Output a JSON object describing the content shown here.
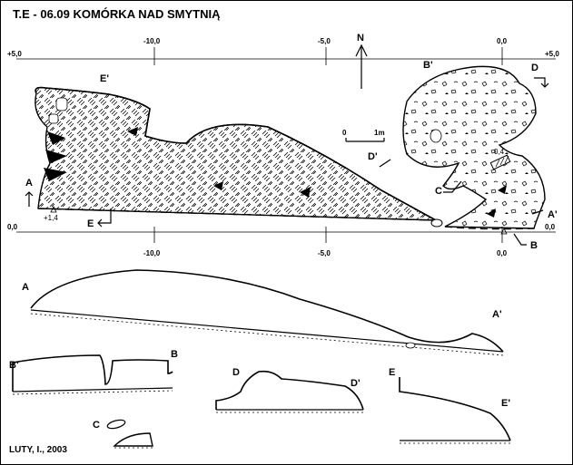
{
  "title": "T.E - 06.09  KOMÓRKA NAD SMYTNIĄ",
  "author": "LUTY, I., 2003",
  "north_label": "N",
  "scale": {
    "zero": "0",
    "one": "1m"
  },
  "grid": {
    "x_top": [
      "-10,0",
      "-5,0",
      "0,0"
    ],
    "x_bottom": [
      "-10,0",
      "-5,0",
      "0,0"
    ],
    "y_left": [
      "+5,0",
      "0,0"
    ],
    "y_right": [
      "+5,0",
      "0,0"
    ]
  },
  "plan_labels": {
    "E_prime": "E'",
    "B_prime": "B'",
    "D": "D",
    "D_prime": "D'",
    "C": "C",
    "A": "A",
    "A_prime": "A'",
    "E": "E",
    "B": "B",
    "height_entrance": "+1,4",
    "height_passage": "0,4"
  },
  "profile_labels": {
    "A": "A",
    "A_prime": "A'",
    "B_prime": "B'",
    "B": "B",
    "D": "D",
    "D_prime": "D'",
    "E": "E",
    "E_prime": "E'",
    "C": "C"
  }
}
